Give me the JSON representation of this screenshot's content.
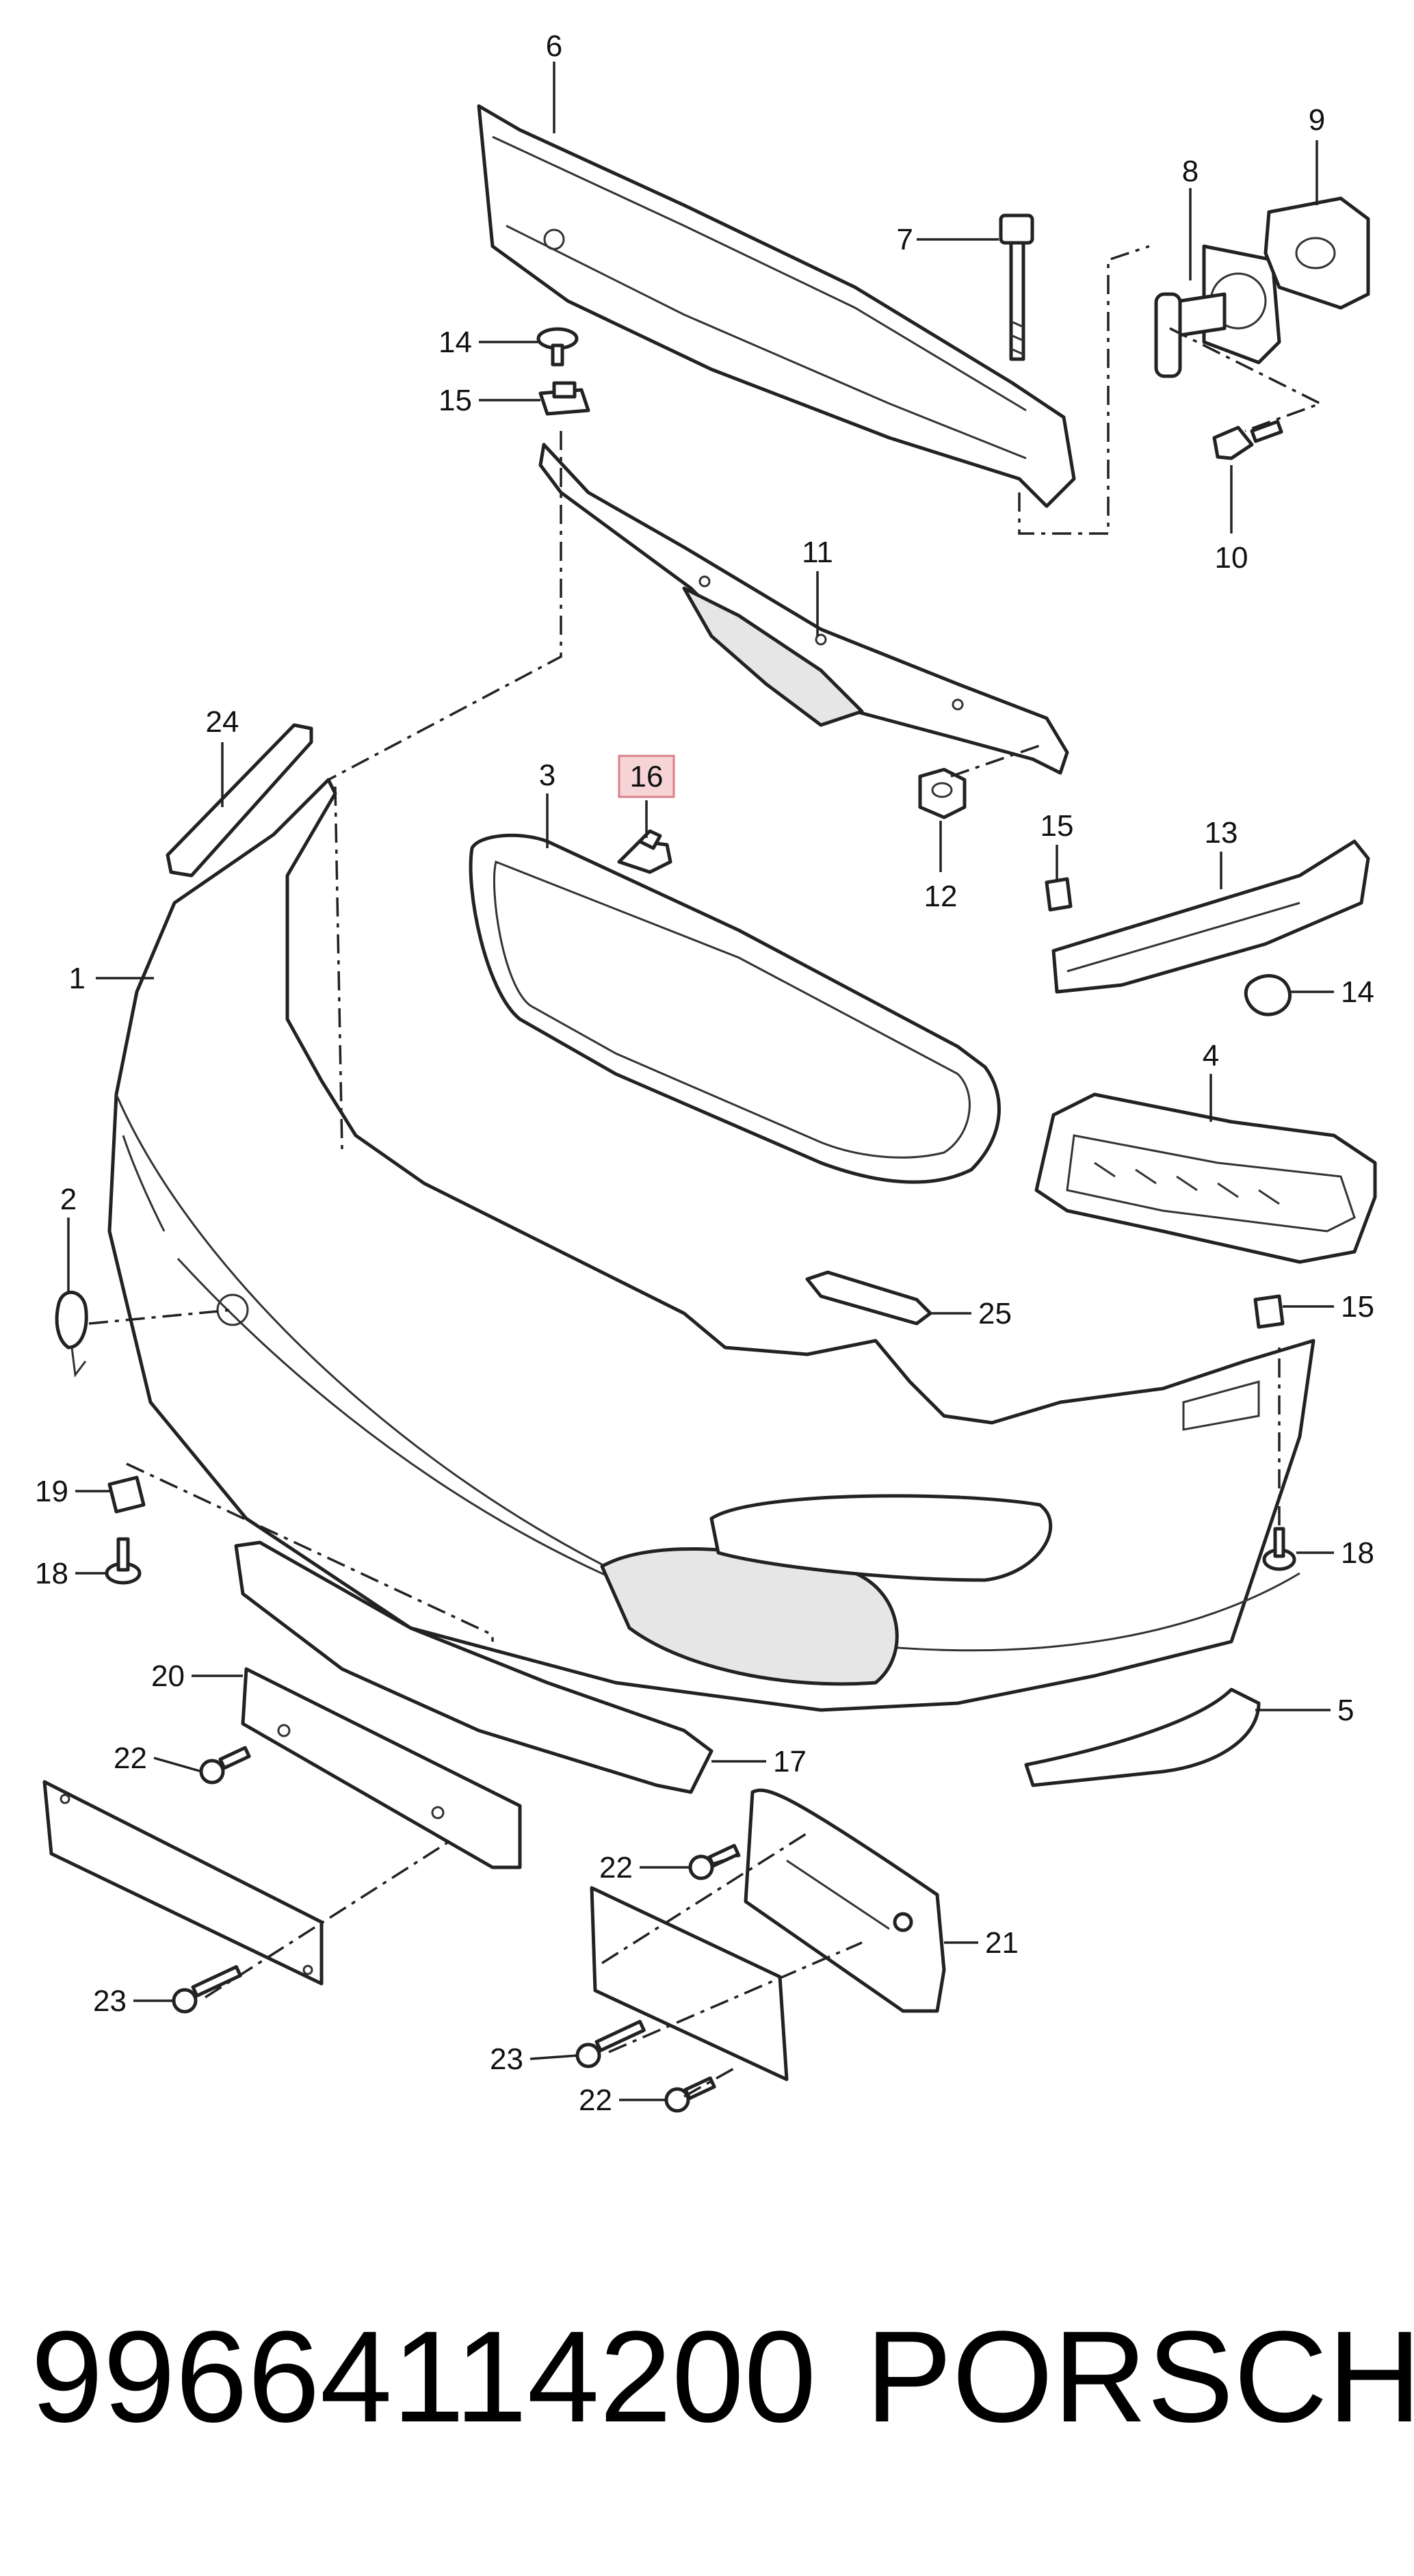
{
  "callouts": {
    "p1": "1",
    "p2": "2",
    "p3": "3",
    "p4": "4",
    "p5": "5",
    "p6": "6",
    "p7": "7",
    "p8": "8",
    "p9": "9",
    "p10": "10",
    "p11": "11",
    "p12": "12",
    "p13": "13",
    "p14a": "14",
    "p14b": "14",
    "p15a": "15",
    "p15b": "15",
    "p15c": "15",
    "p16": "16",
    "p17": "17",
    "p18a": "18",
    "p18b": "18",
    "p19": "19",
    "p20": "20",
    "p21": "21",
    "p22a": "22",
    "p22b": "22",
    "p22c": "22",
    "p23a": "23",
    "p23b": "23",
    "p24": "24",
    "p25": "25"
  },
  "highlighted_part": "16",
  "highlight_color": "#f6d3d5",
  "footer": {
    "part_number": "99664114200",
    "brand": "PORSCHE"
  }
}
